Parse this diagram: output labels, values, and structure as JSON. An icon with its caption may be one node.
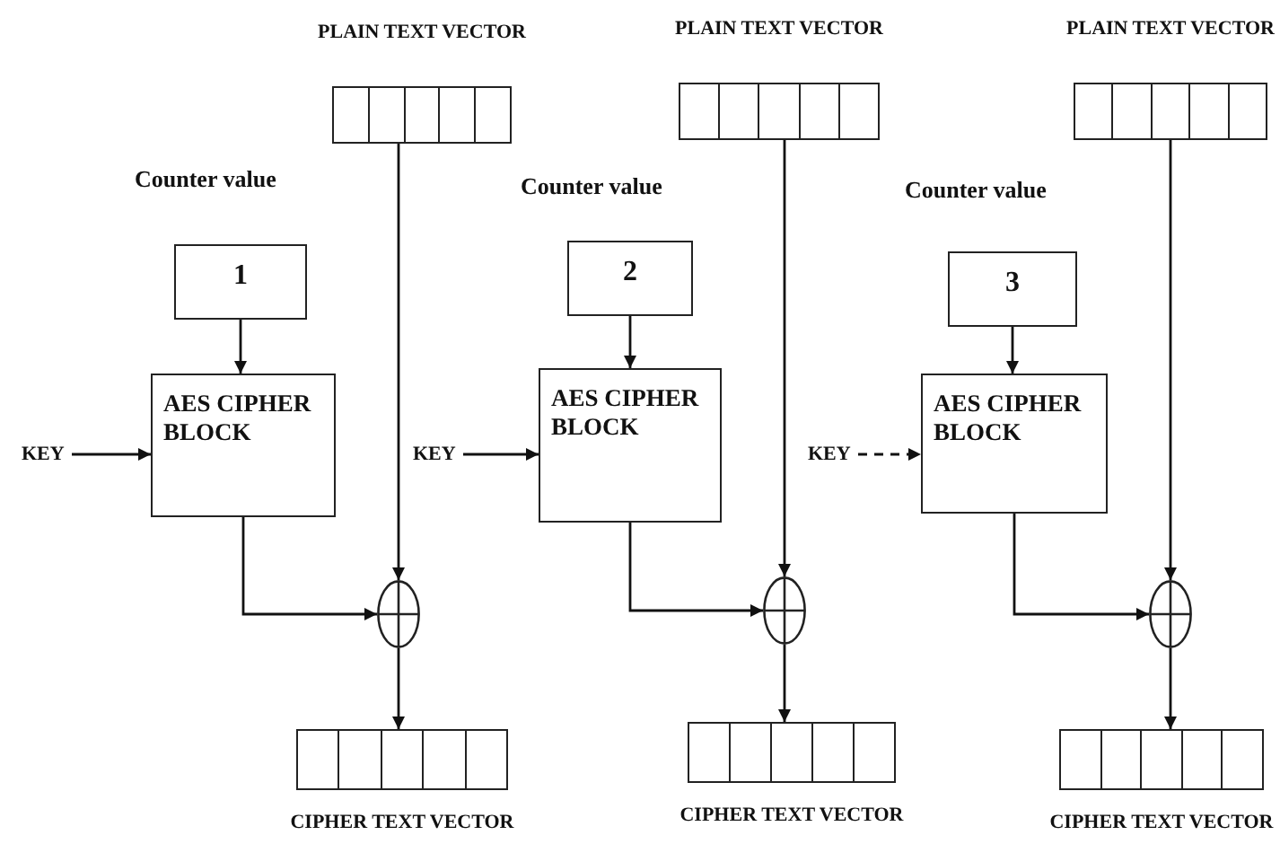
{
  "diagram": {
    "nodes": [
      {
        "text": [
          "PLAIN TEXT VECTOR"
        ]
      },
      {
        "text": [
          "Counter value",
          "1"
        ]
      },
      {
        "text": [
          "AES CIPHER BLOCK"
        ]
      },
      {
        "text": [
          "KEY"
        ]
      },
      {
        "text": [],
        "shape": "circle"
      },
      {
        "text": [
          "CIPHER TEXT VECTOR"
        ]
      },
      {
        "text": [
          "PLAIN TEXT VECTOR"
        ]
      },
      {
        "text": [
          "Counter value",
          "2"
        ]
      },
      {
        "text": [
          "AES CIPHER BLOCK"
        ]
      },
      {
        "text": [
          "KEY"
        ]
      },
      {
        "text": [],
        "shape": "circle"
      },
      {
        "text": [
          "CIPHER TEXT VECTOR"
        ]
      },
      {
        "text": [
          "PLAIN TEXT VECTOR"
        ]
      },
      {
        "text": [
          "Counter value",
          "3"
        ]
      },
      {
        "text": [
          "AES CIPHER BLOCK"
        ]
      },
      {
        "text": [
          "KEY"
        ]
      },
      {
        "text": [],
        "shape": "circle"
      },
      {
        "text": [
          "CIPHER TEXT VECTOR"
        ]
      }
    ],
    "edges": [
      {
        "from": 1,
        "to": 2,
        "arrow": "to"
      },
      {
        "from": 3,
        "to": 2,
        "arrow": "to"
      },
      {
        "from": 0,
        "to": 4,
        "arrow": "to"
      },
      {
        "from": 2,
        "to": 4,
        "arrow": "to"
      },
      {
        "from": 4,
        "to": 5,
        "arrow": "to"
      },
      {
        "from": 7,
        "to": 8,
        "arrow": "to"
      },
      {
        "from": 9,
        "to": 8,
        "arrow": "to"
      },
      {
        "from": 6,
        "to": 10,
        "arrow": "to"
      },
      {
        "from": 8,
        "to": 10,
        "arrow": "to"
      },
      {
        "from": 10,
        "to": 11,
        "arrow": "to"
      },
      {
        "from": 13,
        "to": 14,
        "arrow": "to"
      },
      {
        "from": 15,
        "to": 14,
        "arrow": "to",
        "style": "dashed"
      },
      {
        "from": 12,
        "to": 16,
        "arrow": "to"
      },
      {
        "from": 14,
        "to": 16,
        "arrow": "to"
      },
      {
        "from": 16,
        "to": 17,
        "arrow": "to"
      }
    ]
  }
}
